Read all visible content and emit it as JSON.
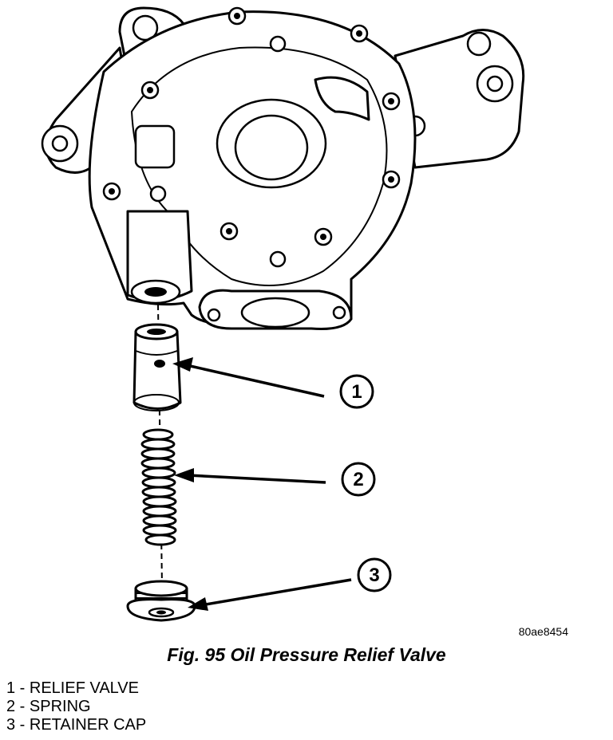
{
  "figure": {
    "reference_code": "80ae8454",
    "caption": "Fig. 95 Oil Pressure Relief Valve"
  },
  "callouts": [
    {
      "number": "1",
      "label": "1 - RELIEF VALVE"
    },
    {
      "number": "2",
      "label": "2 - SPRING"
    },
    {
      "number": "3",
      "label": "3 - RETAINER CAP"
    }
  ]
}
